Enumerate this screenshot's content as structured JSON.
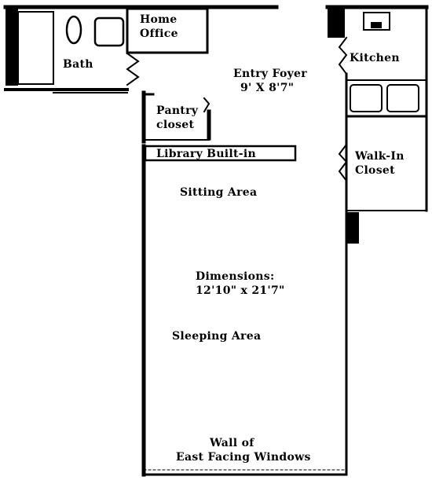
{
  "colors": {
    "wall": "#000000",
    "background": "#ffffff"
  },
  "rooms": {
    "bath": {
      "label": "Bath"
    },
    "home_office": {
      "line1": "Home",
      "line2": "Office"
    },
    "entry_foyer": {
      "line1": "Entry Foyer",
      "line2": "9' X 8'7\""
    },
    "kitchen": {
      "label": "Kitchen"
    },
    "pantry": {
      "line1": "Pantry",
      "line2": "closet"
    },
    "library": {
      "label": "Library Built-in"
    },
    "walk_in_closet": {
      "line1": "Walk-In",
      "line2": "Closet"
    },
    "main_room": {
      "sitting_area": "Sitting Area",
      "dimensions_heading": "Dimensions:",
      "dimensions_value": "12'10\" x 21'7\"",
      "sleeping_area": "Sleeping Area",
      "windows_line1": "Wall of",
      "windows_line2": "East Facing Windows"
    }
  }
}
